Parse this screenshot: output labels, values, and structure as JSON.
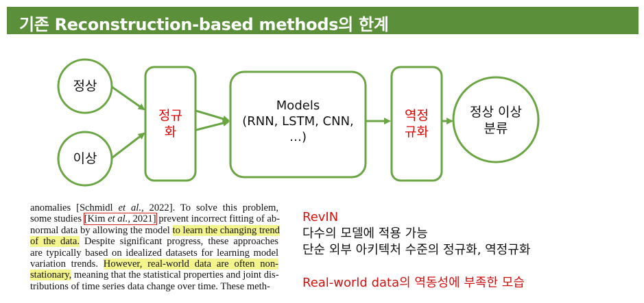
{
  "title": "기존 Reconstruction-based methods의 한계",
  "nodes": {
    "normal": "정상",
    "abnormal": "이상",
    "normalize": [
      "정규",
      "화"
    ],
    "models": [
      "Models",
      "(RNN, LSTM, CNN,",
      "…)"
    ],
    "denormalize": [
      "역정",
      "규화"
    ],
    "classify": [
      "정상 이상",
      "분류"
    ]
  },
  "paper_lines": [
    [
      {
        "t": "anomalies [Schmidl "
      },
      {
        "t": "et al.",
        "i": true
      },
      {
        "t": ", 2022].  To solve this problem,"
      }
    ],
    [
      {
        "t": "some studies "
      },
      {
        "t": "[Kim ",
        "box": "start"
      },
      {
        "t": "et al.",
        "i": true,
        "box": "mid"
      },
      {
        "t": ", 2021]",
        "box": "end"
      },
      {
        "t": " prevent incorrect fitting of ab-"
      }
    ],
    [
      {
        "t": "normal data by allowing the model "
      },
      {
        "t": "to learn the changing trend",
        "hl": true
      }
    ],
    [
      {
        "t": "of the data.",
        "hl": true
      },
      {
        "t": "  Despite significant progress, these approaches"
      }
    ],
    [
      {
        "t": "are typically based on idealized datasets for learning model"
      }
    ],
    [
      {
        "t": "variation trends.  "
      },
      {
        "t": "However, real-world data are often non-",
        "hl": true
      }
    ],
    [
      {
        "t": "stationary,",
        "hl": true
      },
      {
        "t": " meaning that the statistical properties and joint dis-"
      }
    ],
    [
      {
        "t": "tributions of time series data change over time.  These meth-"
      }
    ]
  ],
  "notes": {
    "heading": "RevIN",
    "line1": "다수의 모델에 적용 가능",
    "line2": "단순 외부 아키텍처 수준의 정규화, 역정규화",
    "line3": "Real-world data의 역동성에 부족한 모습"
  },
  "colors": {
    "accent_green": "#6aa443",
    "title_bg": "#5b8f3a",
    "red": "#e00000"
  }
}
